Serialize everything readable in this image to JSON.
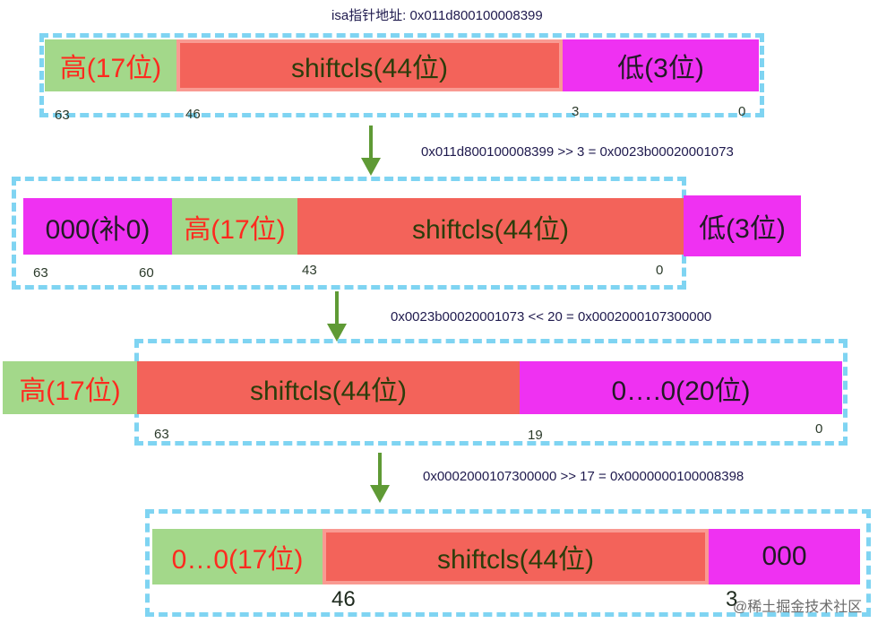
{
  "title": "isa指针地址: 0x011d800100008399",
  "row1": {
    "high": "高(17位)",
    "shift": "shiftcls(44位)",
    "low": "低(3位)",
    "labels": [
      "63",
      "46",
      "3",
      "0"
    ]
  },
  "op1": "0x011d800100008399 >> 3 = 0x0023b00020001073",
  "row2": {
    "pad": "000(补0)",
    "high": "高(17位)",
    "shift": "shiftcls(44位)",
    "low": "低(3位)",
    "labels": [
      "63",
      "60",
      "43",
      "0"
    ]
  },
  "op2": "0x0023b00020001073 <<  20 = 0x0002000107300000",
  "row3": {
    "high": "高(17位)",
    "shift": "shiftcls(44位)",
    "zeros": "0….0(20位)",
    "labels": [
      "63",
      "19",
      "0"
    ]
  },
  "op3": "0x0002000107300000  >> 17 = 0x0000000100008398",
  "row4": {
    "zeros": "0…0(17位)",
    "shift": "shiftcls(44位)",
    "low": "000",
    "labels": [
      "46",
      "3"
    ]
  },
  "watermark": "@稀土掘金技术社区",
  "colors": {
    "green": "#a3d88a",
    "red": "#f3635a",
    "magenta": "#ef31f2",
    "dash": "#7fd4f2",
    "arrow": "#5f9a35"
  }
}
